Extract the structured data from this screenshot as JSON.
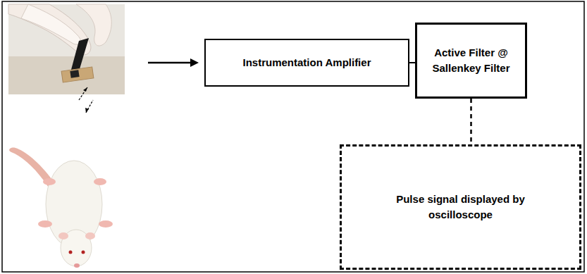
{
  "diagram": {
    "nodes": [
      {
        "text": [
          "Instrumentation Amplifier"
        ]
      },
      {
        "text": [
          "Active Filter @ Sallenkey Filter"
        ]
      },
      {
        "text": [
          "Pulse signal displayed by oscilloscope"
        ]
      }
    ],
    "edges": [
      {
        "from": 0,
        "to": 1,
        "arrow": "none"
      },
      {
        "from": 1,
        "to": 2,
        "arrow": "none"
      }
    ]
  }
}
